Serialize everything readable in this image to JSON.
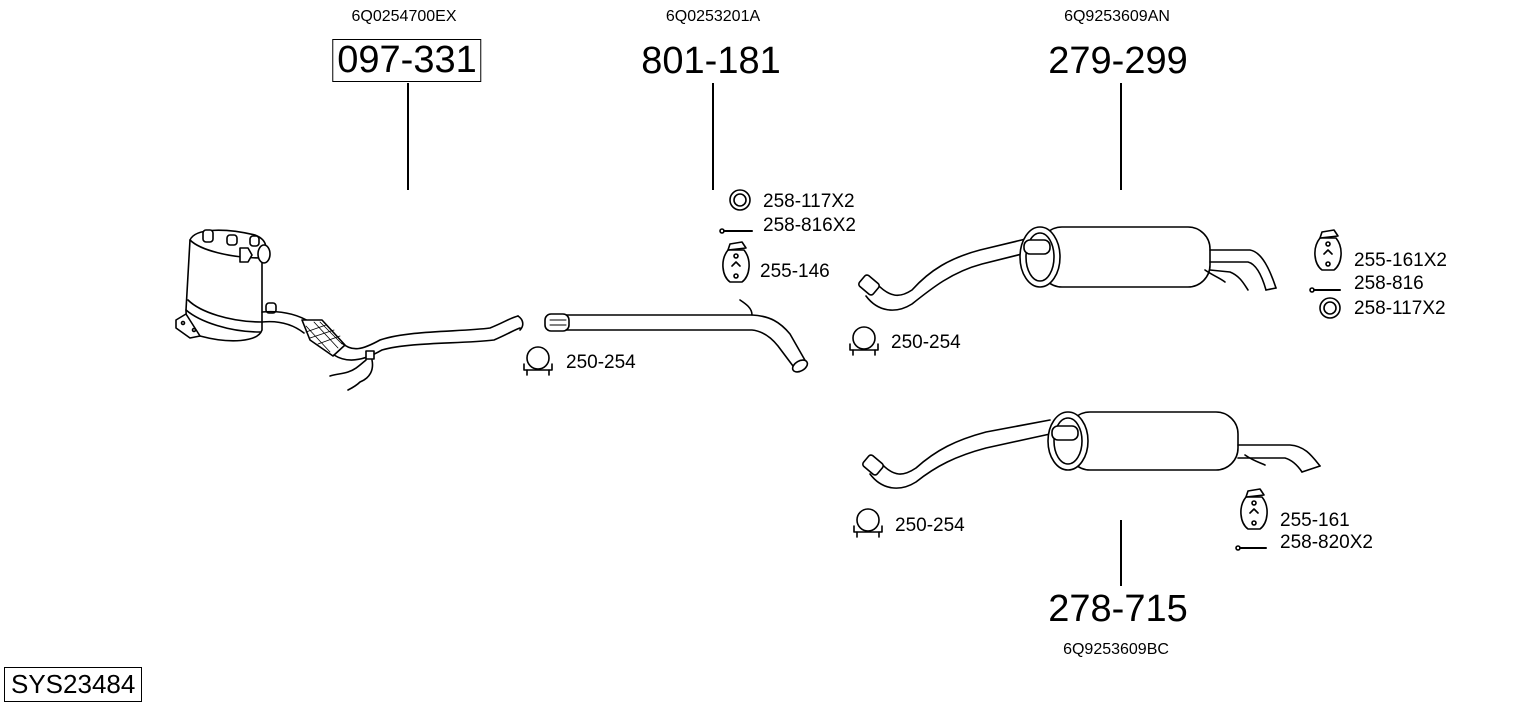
{
  "system_id": "SYS23484",
  "parts": [
    {
      "part_number": "097-331",
      "oem_number": "6Q0254700EX",
      "boxed": true,
      "name": "diesel particulate filter with front pipe"
    },
    {
      "part_number": "801-181",
      "oem_number": "6Q0253201A",
      "boxed": false,
      "name": "intermediate pipe"
    },
    {
      "part_number": "279-299",
      "oem_number": "6Q9253609AN",
      "boxed": false,
      "name": "rear silencer dual outlet"
    },
    {
      "part_number": "278-715",
      "oem_number": "6Q9253609BC",
      "boxed": false,
      "name": "rear silencer single outlet"
    }
  ],
  "accessories": {
    "pipe_1": [
      {
        "label": "250-254",
        "icon": "clamp-icon"
      }
    ],
    "pipe_2": [
      {
        "label": "258-117X2",
        "icon": "gasket-ring-icon"
      },
      {
        "label": "258-816X2",
        "icon": "bolt-icon"
      },
      {
        "label": "255-146",
        "icon": "rubber-hanger-icon"
      }
    ],
    "silencer_1_front": [
      {
        "label": "250-254",
        "icon": "clamp-icon"
      }
    ],
    "silencer_1_rear": [
      {
        "label": "255-161X2",
        "icon": "rubber-hanger-icon"
      },
      {
        "label": "258-816",
        "icon": "bolt-icon"
      },
      {
        "label": "258-117X2",
        "icon": "gasket-ring-icon"
      }
    ],
    "silencer_2_front": [
      {
        "label": "250-254",
        "icon": "clamp-icon"
      }
    ],
    "silencer_2_rear": [
      {
        "label": "255-161",
        "icon": "rubber-hanger-icon"
      },
      {
        "label": "258-820X2",
        "icon": "bolt-icon"
      }
    ]
  }
}
